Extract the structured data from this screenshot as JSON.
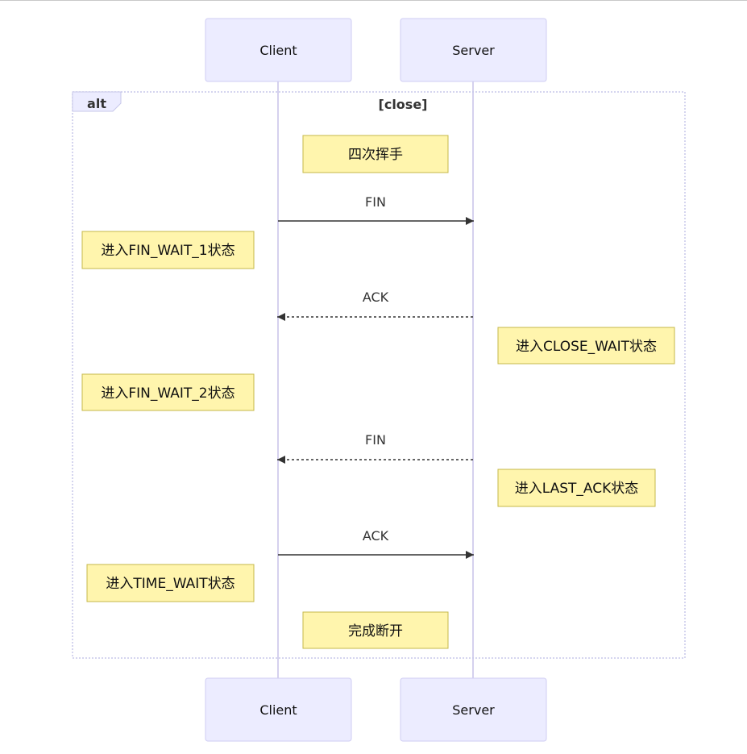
{
  "actors": {
    "client": "Client",
    "server": "Server"
  },
  "frame": {
    "label": "alt",
    "condition": "[close]"
  },
  "notes": {
    "start": "四次挥手",
    "fin_wait_1": "进入FIN_WAIT_1状态",
    "close_wait": "进入CLOSE_WAIT状态",
    "fin_wait_2": "进入FIN_WAIT_2状态",
    "last_ack": "进入LAST_ACK状态",
    "time_wait": "进入TIME_WAIT状态",
    "end": "完成断开"
  },
  "messages": {
    "m1": "FIN",
    "m2": "ACK",
    "m3": "FIN",
    "m4": "ACK"
  },
  "colors": {
    "actor_fill": "#ECECFF",
    "note_fill": "#fff5ad",
    "line": "#333333"
  }
}
